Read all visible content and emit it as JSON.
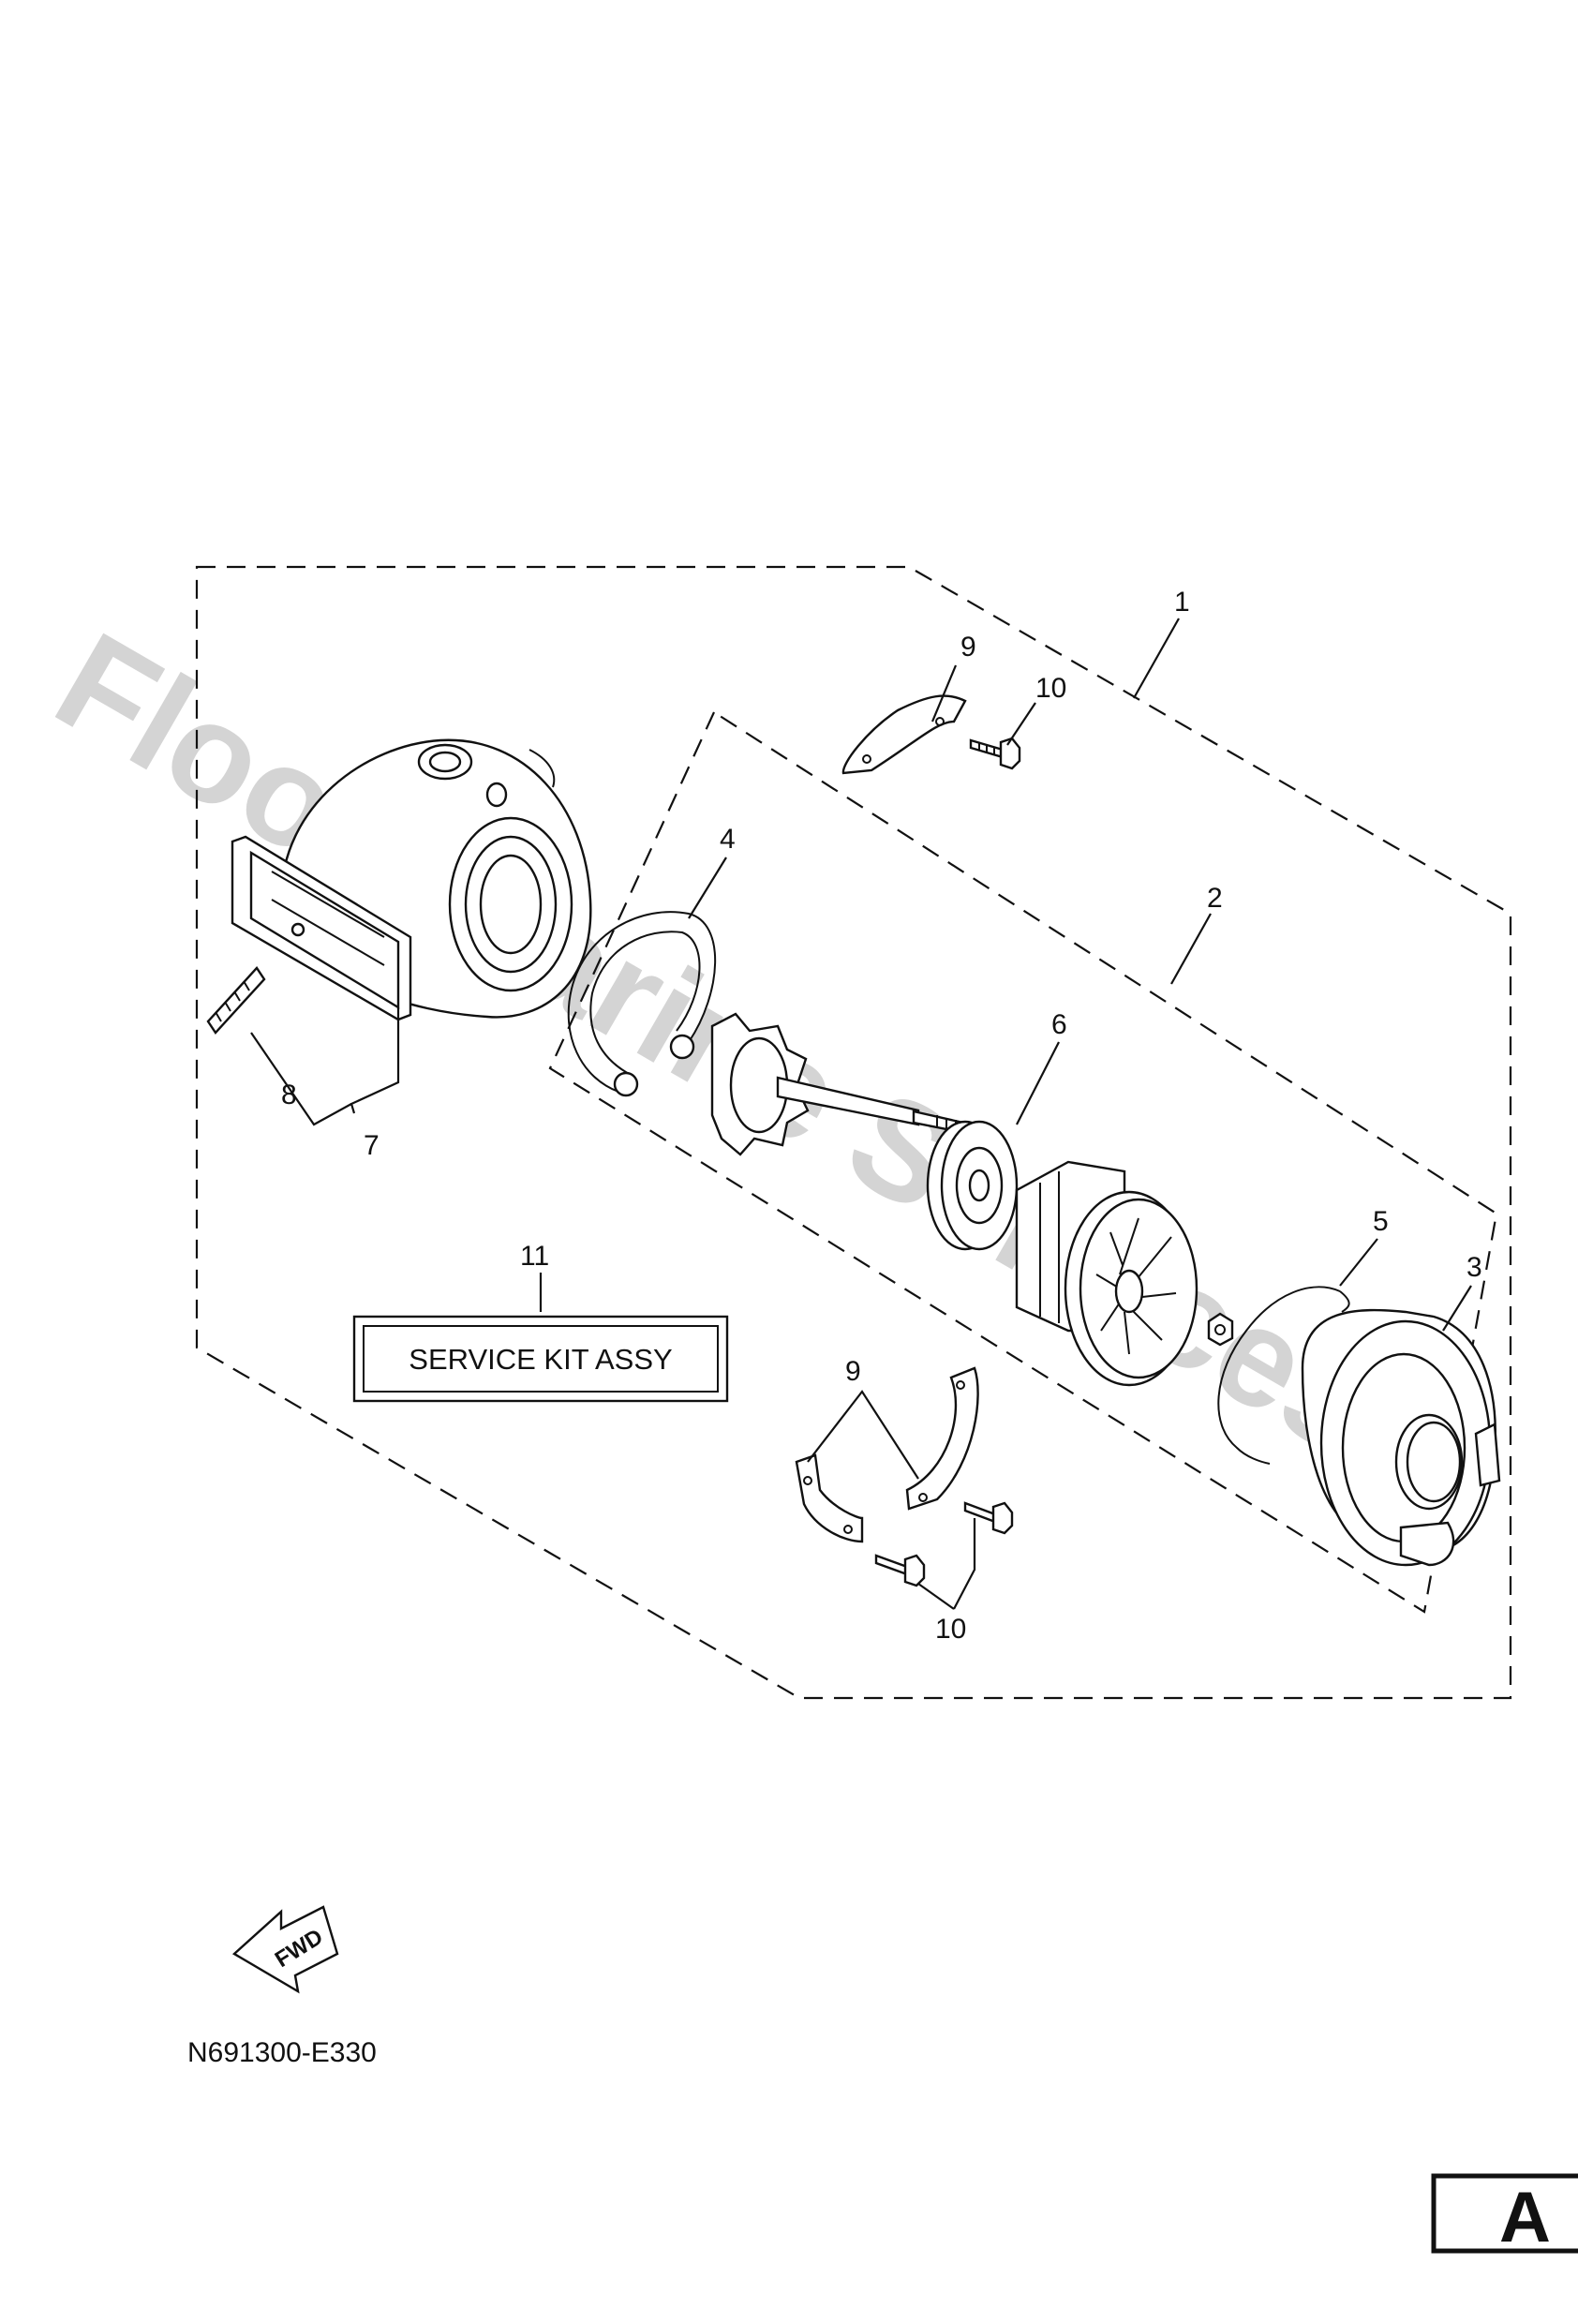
{
  "watermark": "Flood Marine Services",
  "callouts": {
    "c1": "1",
    "c2": "2",
    "c3": "3",
    "c4": "4",
    "c5": "5",
    "c6": "6",
    "c7": "7",
    "c8": "8",
    "c9_top": "9",
    "c9_bottom": "9",
    "c10_top": "10",
    "c10_bottom": "10",
    "c11": "11"
  },
  "service_kit_label": "SERVICE KIT ASSY",
  "fwd_label": "FWD",
  "diagram_code": "N691300-E330",
  "page_letter": "A",
  "icons": [
    "fwd-arrow-icon"
  ]
}
